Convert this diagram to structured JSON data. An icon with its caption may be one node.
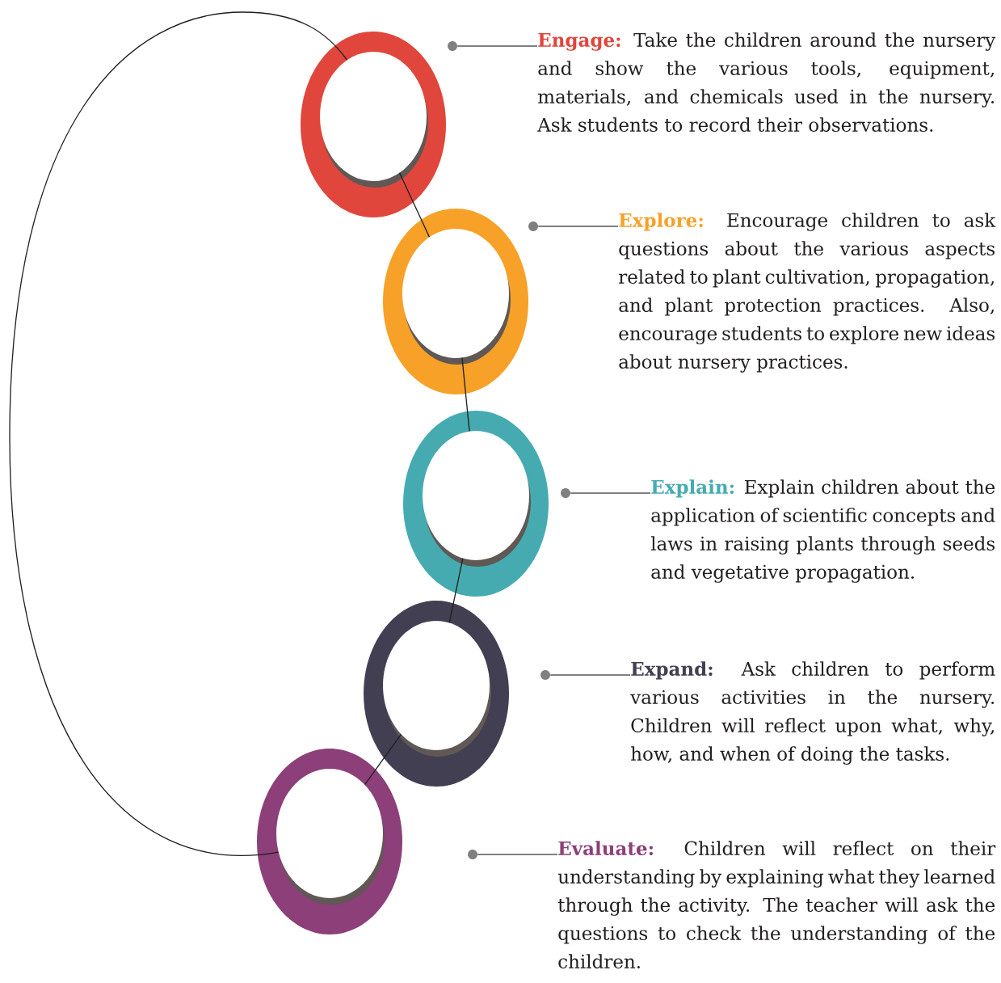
{
  "diagram": {
    "nodes": [
      {
        "text": [],
        "shape": "circle"
      },
      {
        "text": [],
        "shape": "circle"
      },
      {
        "text": [],
        "shape": "circle"
      },
      {
        "text": [],
        "shape": "circle"
      },
      {
        "text": [],
        "shape": "circle"
      },
      {
        "text": [
          "Engage:",
          "Take the children around the nursery and show the various tools, equipment, materials, and chemicals used in the nursery. Ask students to record their observations."
        ]
      },
      {
        "text": [
          "Explore:",
          "Encourage children to ask questions about the various aspects related to plant cultivation, propagation, and plant protection practices. Also, encourage students to explore new ideas about nursery practices."
        ]
      },
      {
        "text": [
          "Explain:",
          "Explain children about the application of scientific concepts and laws in raising plants through seeds and vegetative propagation."
        ]
      },
      {
        "text": [
          "Expand:",
          "Ask children to perform various activities in the nursery. Children will reflect upon what, why, how, and when of doing the tasks."
        ]
      },
      {
        "text": [
          "Evaluate:",
          "Children will reflect on their understanding by explaining what they learned through the activity. The teacher will ask the questions to check the understanding of the children."
        ]
      },
      {
        "text": [],
        "shape": "circle"
      },
      {
        "text": [],
        "shape": "circle"
      },
      {
        "text": [],
        "shape": "circle"
      },
      {
        "text": [],
        "shape": "circle"
      },
      {
        "text": [],
        "shape": "circle"
      }
    ],
    "edges": [
      {
        "from": 0,
        "to": 1,
        "arrow": "none"
      },
      {
        "from": 1,
        "to": 2,
        "arrow": "none"
      },
      {
        "from": 2,
        "to": 3,
        "arrow": "none"
      },
      {
        "from": 3,
        "to": 4,
        "arrow": "none"
      },
      {
        "from": 4,
        "to": 0,
        "arrow": "none"
      },
      {
        "from": 5,
        "to": 10,
        "arrow": "none",
        "color": "#808080"
      },
      {
        "from": 6,
        "to": 11,
        "arrow": "none",
        "color": "#808080"
      },
      {
        "from": 7,
        "to": 12,
        "arrow": "none",
        "color": "#808080"
      },
      {
        "from": 8,
        "to": 13,
        "arrow": "none",
        "color": "#808080"
      },
      {
        "from": 9,
        "to": 14,
        "arrow": "none",
        "color": "#808080"
      }
    ]
  }
}
